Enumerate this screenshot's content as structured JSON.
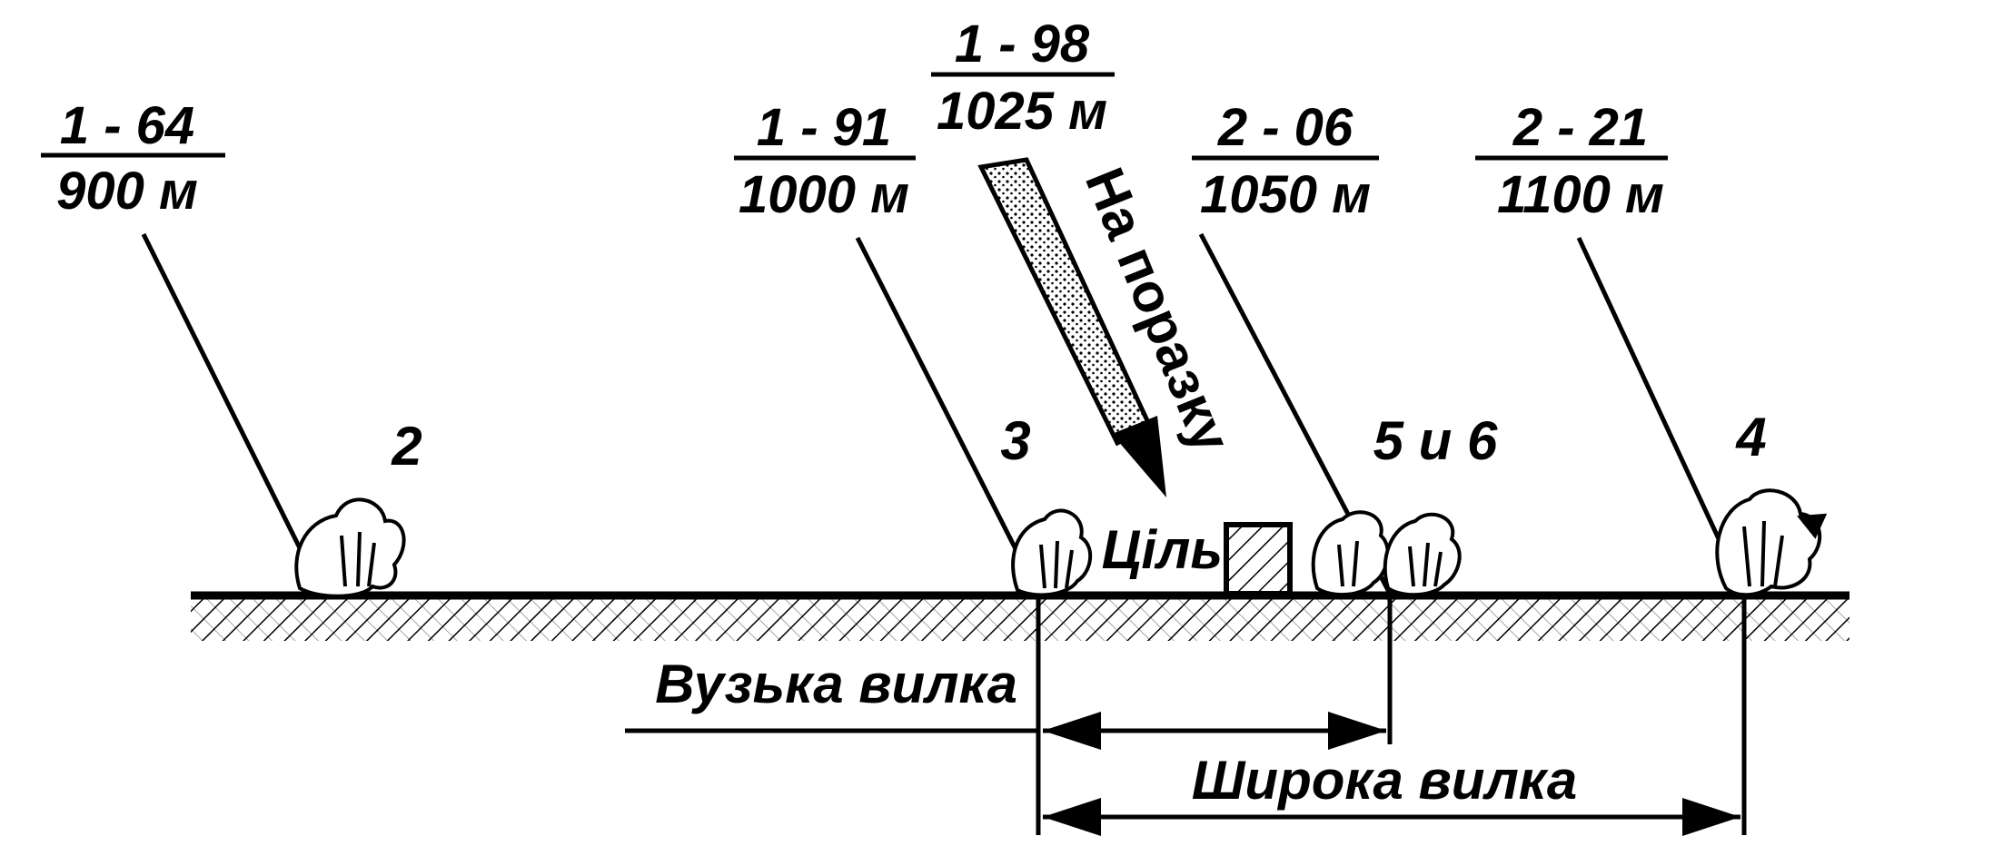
{
  "shots": [
    {
      "id": "shot-2",
      "setting": "1 - 64",
      "range": "900 м",
      "burst_number": "2"
    },
    {
      "id": "shot-3",
      "setting": "1 - 91",
      "range": "1000 м",
      "burst_number": "3"
    },
    {
      "id": "shot-final",
      "setting": "1 - 98",
      "range": "1025 м"
    },
    {
      "id": "shot-5-6",
      "setting": "2 - 06",
      "range": "1050 м",
      "burst_number": "5 и 6"
    },
    {
      "id": "shot-4",
      "setting": "2 - 21",
      "range": "1100 м",
      "burst_number": "4"
    }
  ],
  "labels": {
    "fire_for_effect": "На поразку",
    "target": "Ціль",
    "narrow_bracket": "Вузька вилка",
    "wide_bracket": "Широка вилка"
  }
}
